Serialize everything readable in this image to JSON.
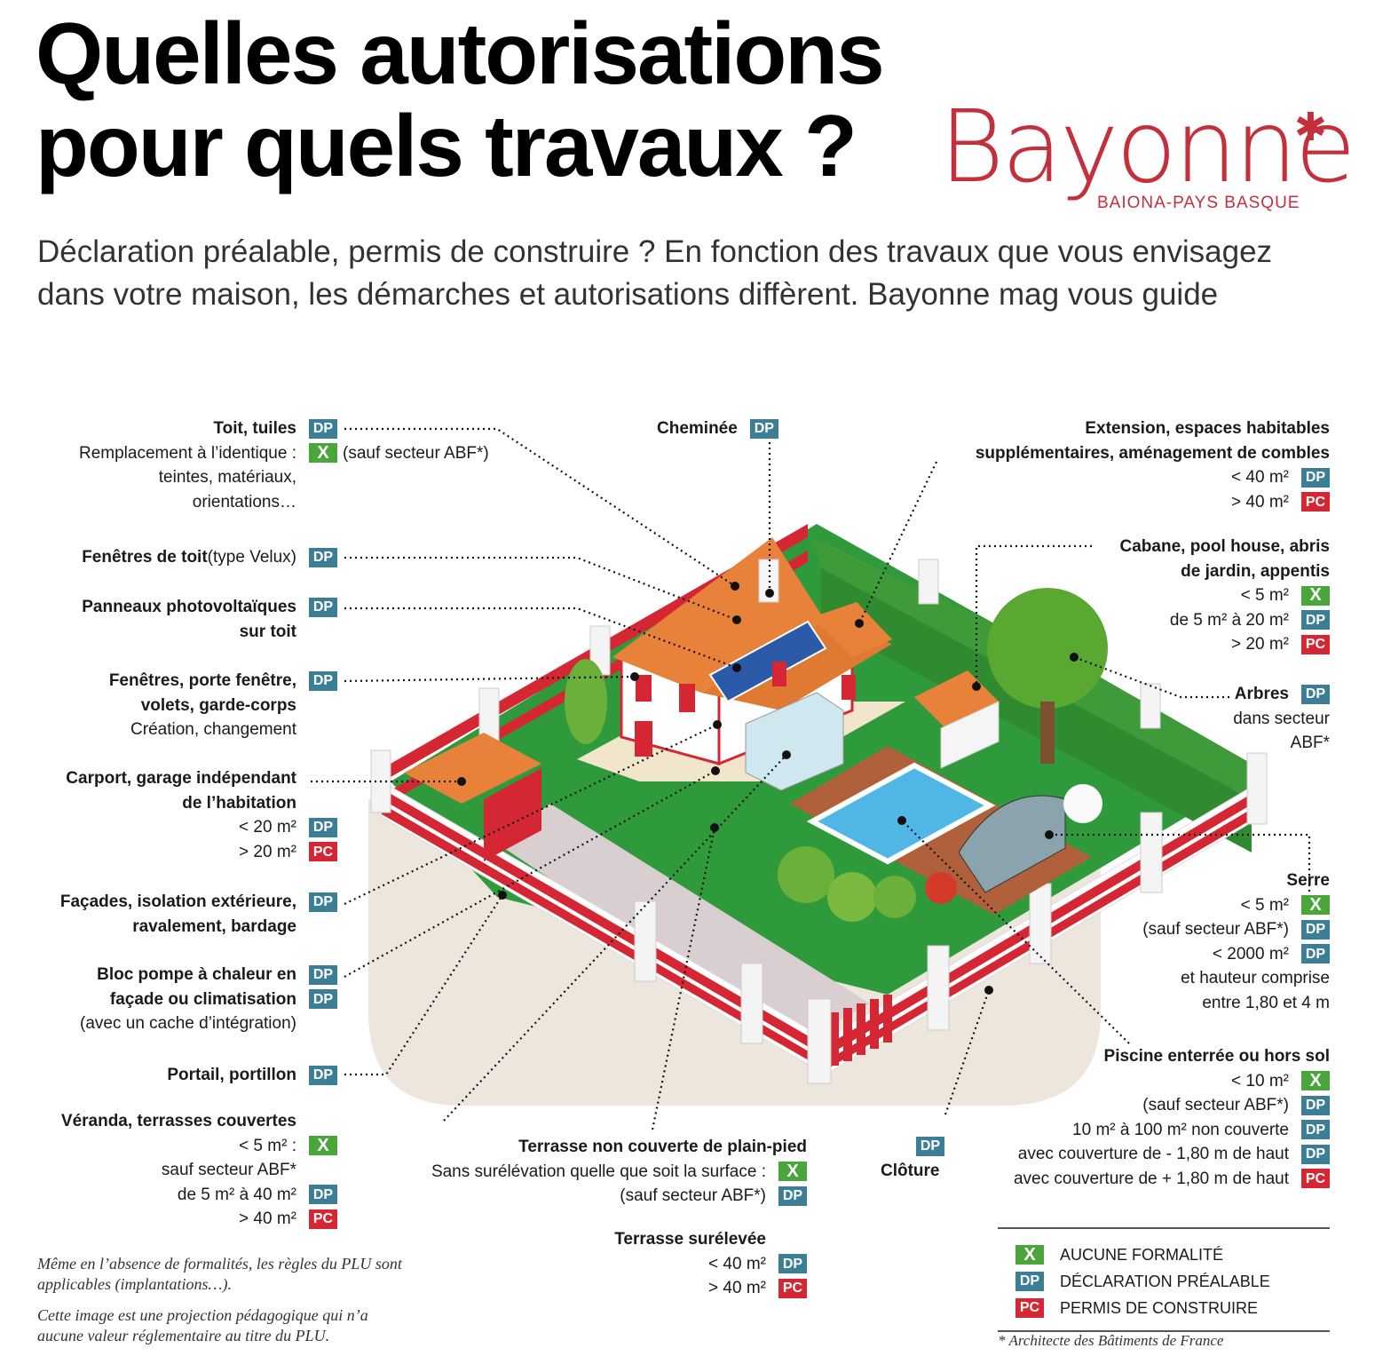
{
  "title": [
    "Quelles autorisations",
    "pour quels travaux ?"
  ],
  "logo": {
    "word": "Bayonne",
    "subtitle": "BAIONA-PAYS BASQUE"
  },
  "intro": [
    "Déclaration préalable, permis de construire ? En fonction des travaux que vous envisagez",
    "dans votre maison, les démarches et autorisations diffèrent. Bayonne mag vous guide"
  ],
  "badges": {
    "dp": "DP",
    "pc": "PC",
    "x": "X"
  },
  "colors": {
    "dp": "#3b7e96",
    "pc": "#d42733",
    "x": "#4aa63a",
    "grass": "#2f9a3c",
    "roof": "#e8823b",
    "wall_red": "#d42733"
  },
  "labels": {
    "toit": {
      "title": "Toit, tuiles",
      "l1": "Remplacement à l’identique :",
      "l1_note": "(sauf secteur ABF*)",
      "l2": "teintes, matériaux,",
      "l3": "orientations…"
    },
    "fenetres_toit": {
      "title": "Fenêtres de toit",
      "note": " (type Velux)"
    },
    "panneaux": {
      "l1": "Panneaux photovoltaïques",
      "l2": "sur toit"
    },
    "fenetres": {
      "l1": "Fenêtres, porte fenêtre,",
      "l2": "volets, garde-corps",
      "l3": "Création, changement"
    },
    "carport": {
      "l1": "Carport, garage indépendant",
      "l2": "de l’habitation",
      "r1": "< 20 m²",
      "r2": "> 20 m²"
    },
    "facades": {
      "l1": "Façades, isolation extérieure,",
      "l2": "ravalement, bardage"
    },
    "pompe": {
      "l1": "Bloc pompe à chaleur en",
      "l2": "façade ou climatisation",
      "l3": "(avec un cache d’intégration)"
    },
    "portail": {
      "title": "Portail, portillon"
    },
    "veranda": {
      "title": "Véranda, terrasses couvertes",
      "r1": "< 5 m² :",
      "r2": "sauf secteur ABF*",
      "r3": "de 5 m² à 40 m²",
      "r4": "> 40 m²"
    },
    "cheminee": {
      "title": "Cheminée"
    },
    "extension": {
      "l1": "Extension, espaces habitables",
      "l2": "supplémentaires, aménagement de combles",
      "r1": "< 40 m²",
      "r2": "> 40 m²"
    },
    "cabane": {
      "l1": "Cabane, pool house, abris",
      "l2": "de jardin, appentis",
      "r1": "< 5 m²",
      "r2": "de 5 m² à 20 m²",
      "r3": "> 20 m²"
    },
    "arbres": {
      "title": "Arbres",
      "l1": "dans secteur",
      "l2": "ABF*"
    },
    "serre": {
      "title": "Serre",
      "r1": "< 5 m²",
      "r2": "(sauf secteur ABF*)",
      "r3": "< 2000 m²",
      "r4": "et hauteur comprise",
      "r5": "entre 1,80 et 4 m"
    },
    "piscine": {
      "title": "Piscine enterrée ou hors sol",
      "r1": "< 10 m²",
      "r2": "(sauf secteur ABF*)",
      "r3": "10 m² à 100 m² non couverte",
      "r4": "avec couverture de - 1,80 m de haut",
      "r5": "avec couverture de + 1,80 m de haut"
    },
    "cloture": {
      "title": "Clôture"
    },
    "terrasse": {
      "title": "Terrasse non couverte de plain-pied",
      "r1": "Sans surélévation quelle que soit la surface :",
      "r2": "(sauf secteur ABF*)"
    },
    "terrasse_sur": {
      "title": "Terrasse surélevée",
      "r1": "< 40 m²",
      "r2": "> 40 m²"
    }
  },
  "legend": {
    "x": "AUCUNE FORMALITÉ",
    "dp": "DÉCLARATION PRÉALABLE",
    "pc": "PERMIS DE CONSTRUIRE"
  },
  "footnote": "* Architecte des Bâtiments de France",
  "notes": [
    "Même en l’absence de formalités, les règles du PLU sont applicables (implantations…).",
    "Cette image est une projection pédagogique qui n’a aucune valeur réglementaire au titre du PLU."
  ]
}
